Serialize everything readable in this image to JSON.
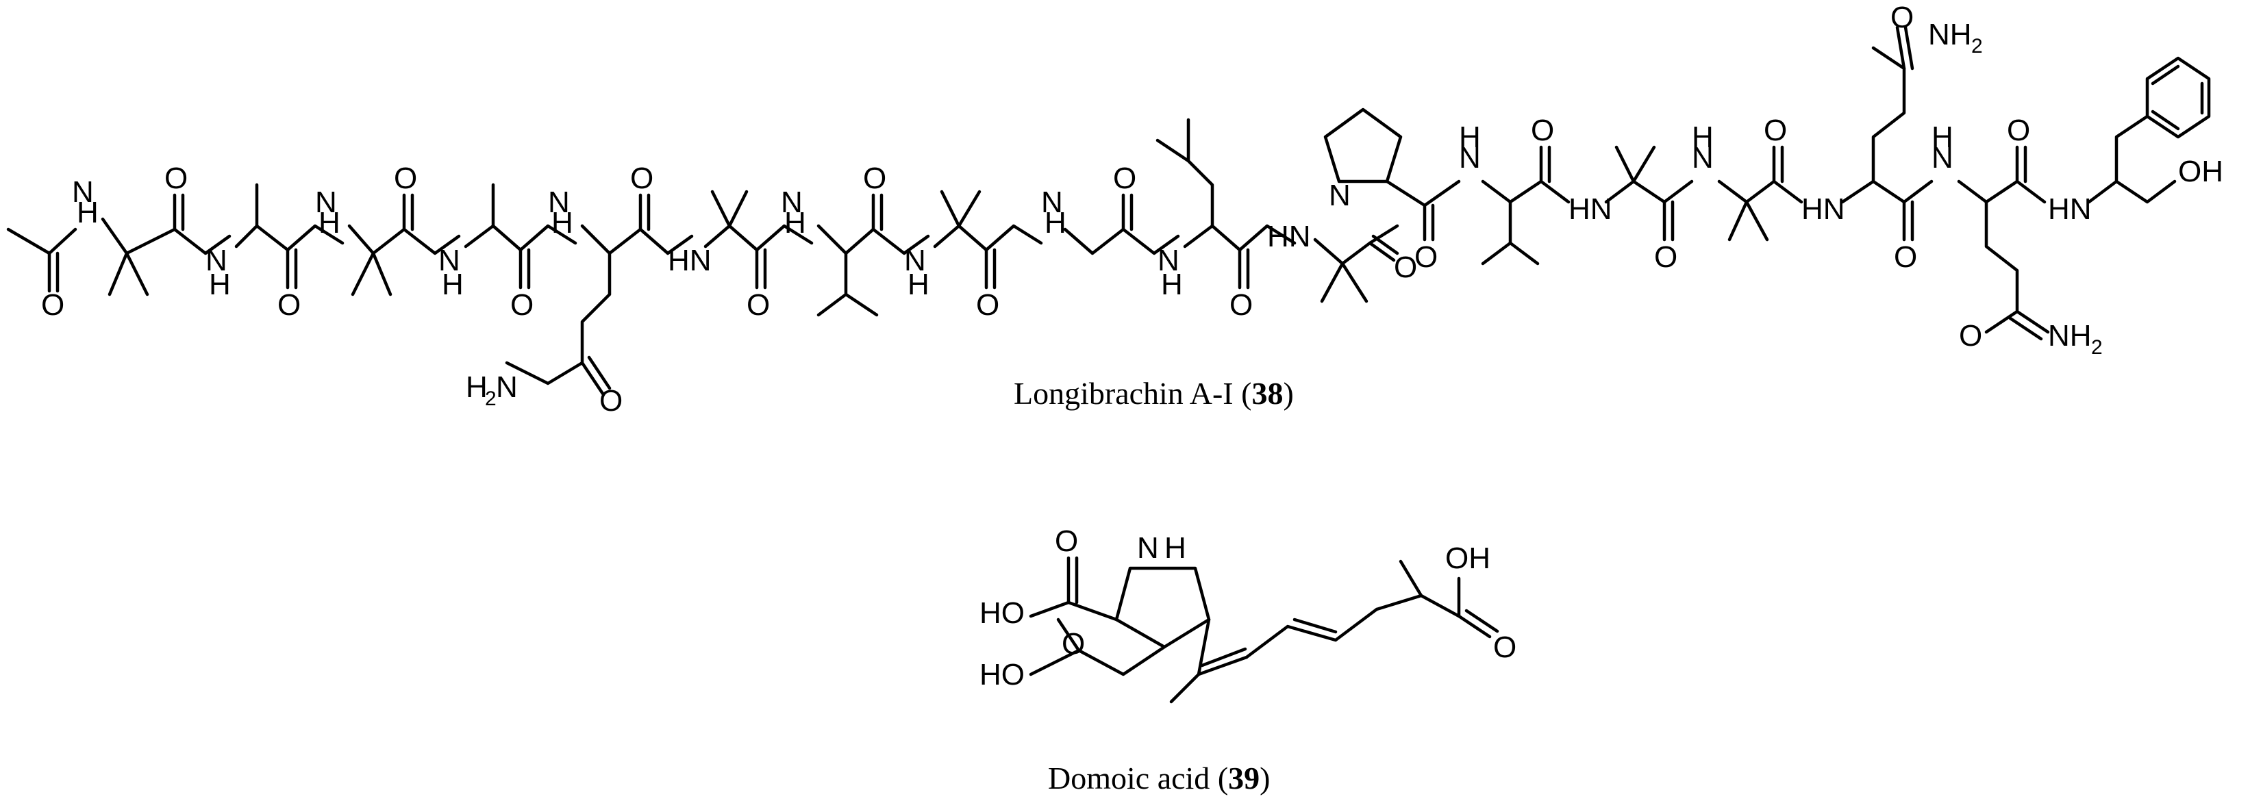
{
  "figure": {
    "compound_1": {
      "name": "Longibrachin A-I",
      "number": "38",
      "sequence": [
        "Ac",
        "Aib",
        "Ala",
        "Aib",
        "Ala",
        "Gln",
        "Aib",
        "Val",
        "Aib",
        "Gly",
        "Leu",
        "Aib",
        "Pro",
        "Val",
        "Aib",
        "Aib",
        "Gln",
        "Gln",
        "Phol"
      ]
    },
    "compound_2": {
      "name": "Domoic acid",
      "number": "39"
    },
    "atom_labels": {
      "O": "O",
      "N": "N",
      "H": "H",
      "NH": "NH",
      "HN": "HN",
      "OH": "OH",
      "HO": "HO",
      "NH2": "NH",
      "H2N": "H",
      "sub2": "2"
    }
  }
}
